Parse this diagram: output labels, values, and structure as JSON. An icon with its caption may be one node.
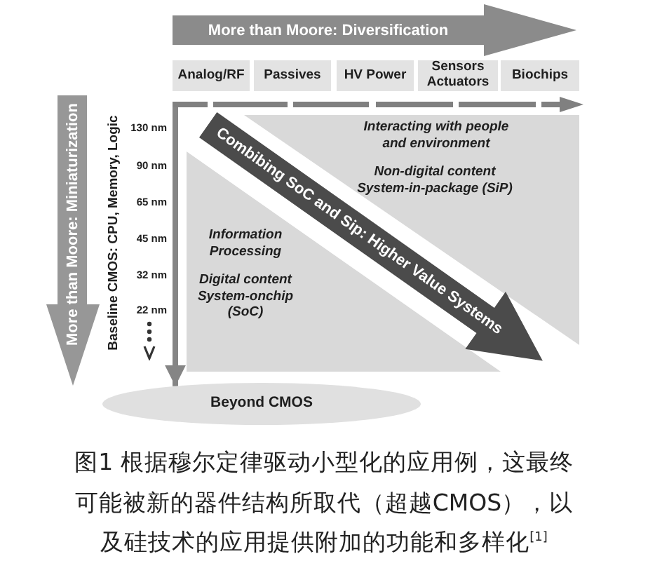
{
  "diagram": {
    "nodes": [
      {
        "text": [
          "More than Moore: Diversification"
        ]
      },
      {
        "text": [
          "Analog/RF"
        ]
      },
      {
        "text": [
          "Passives"
        ]
      },
      {
        "text": [
          "HV Power"
        ]
      },
      {
        "text": [
          "Sensors Actuators"
        ]
      },
      {
        "text": [
          "Biochips"
        ]
      },
      {
        "text": [],
        "shape": "bar"
      },
      {
        "text": [
          "More than Moore: Miniaturization"
        ]
      },
      {
        "text": [
          "Interacting with people and environment",
          "Non-digital content System-in-package (SiP)"
        ]
      },
      {
        "text": [
          "Information Processing",
          "Digital content System-onchip (SoC)"
        ]
      },
      {
        "text": [
          "Combibing SoC and Sip: Higher Value Systems"
        ]
      },
      {
        "text": [
          "Beyond CMOS"
        ]
      }
    ],
    "edges": [
      {
        "from": 6,
        "to": 11,
        "arrow": "to"
      }
    ],
    "labels": [
      "Baseline CMOS: CPU, Memory, Logic",
      "130 nm",
      "90 nm",
      "65 nm",
      "45 nm",
      "32 nm",
      "22 nm"
    ],
    "caption": "图1 根据穆尔定律驱动小型化的应用例，这最终可能被新的器件结构所取代（超越CMOS），以及硅技术的应用提供附加的功能和多样化$^{[1]}$"
  }
}
